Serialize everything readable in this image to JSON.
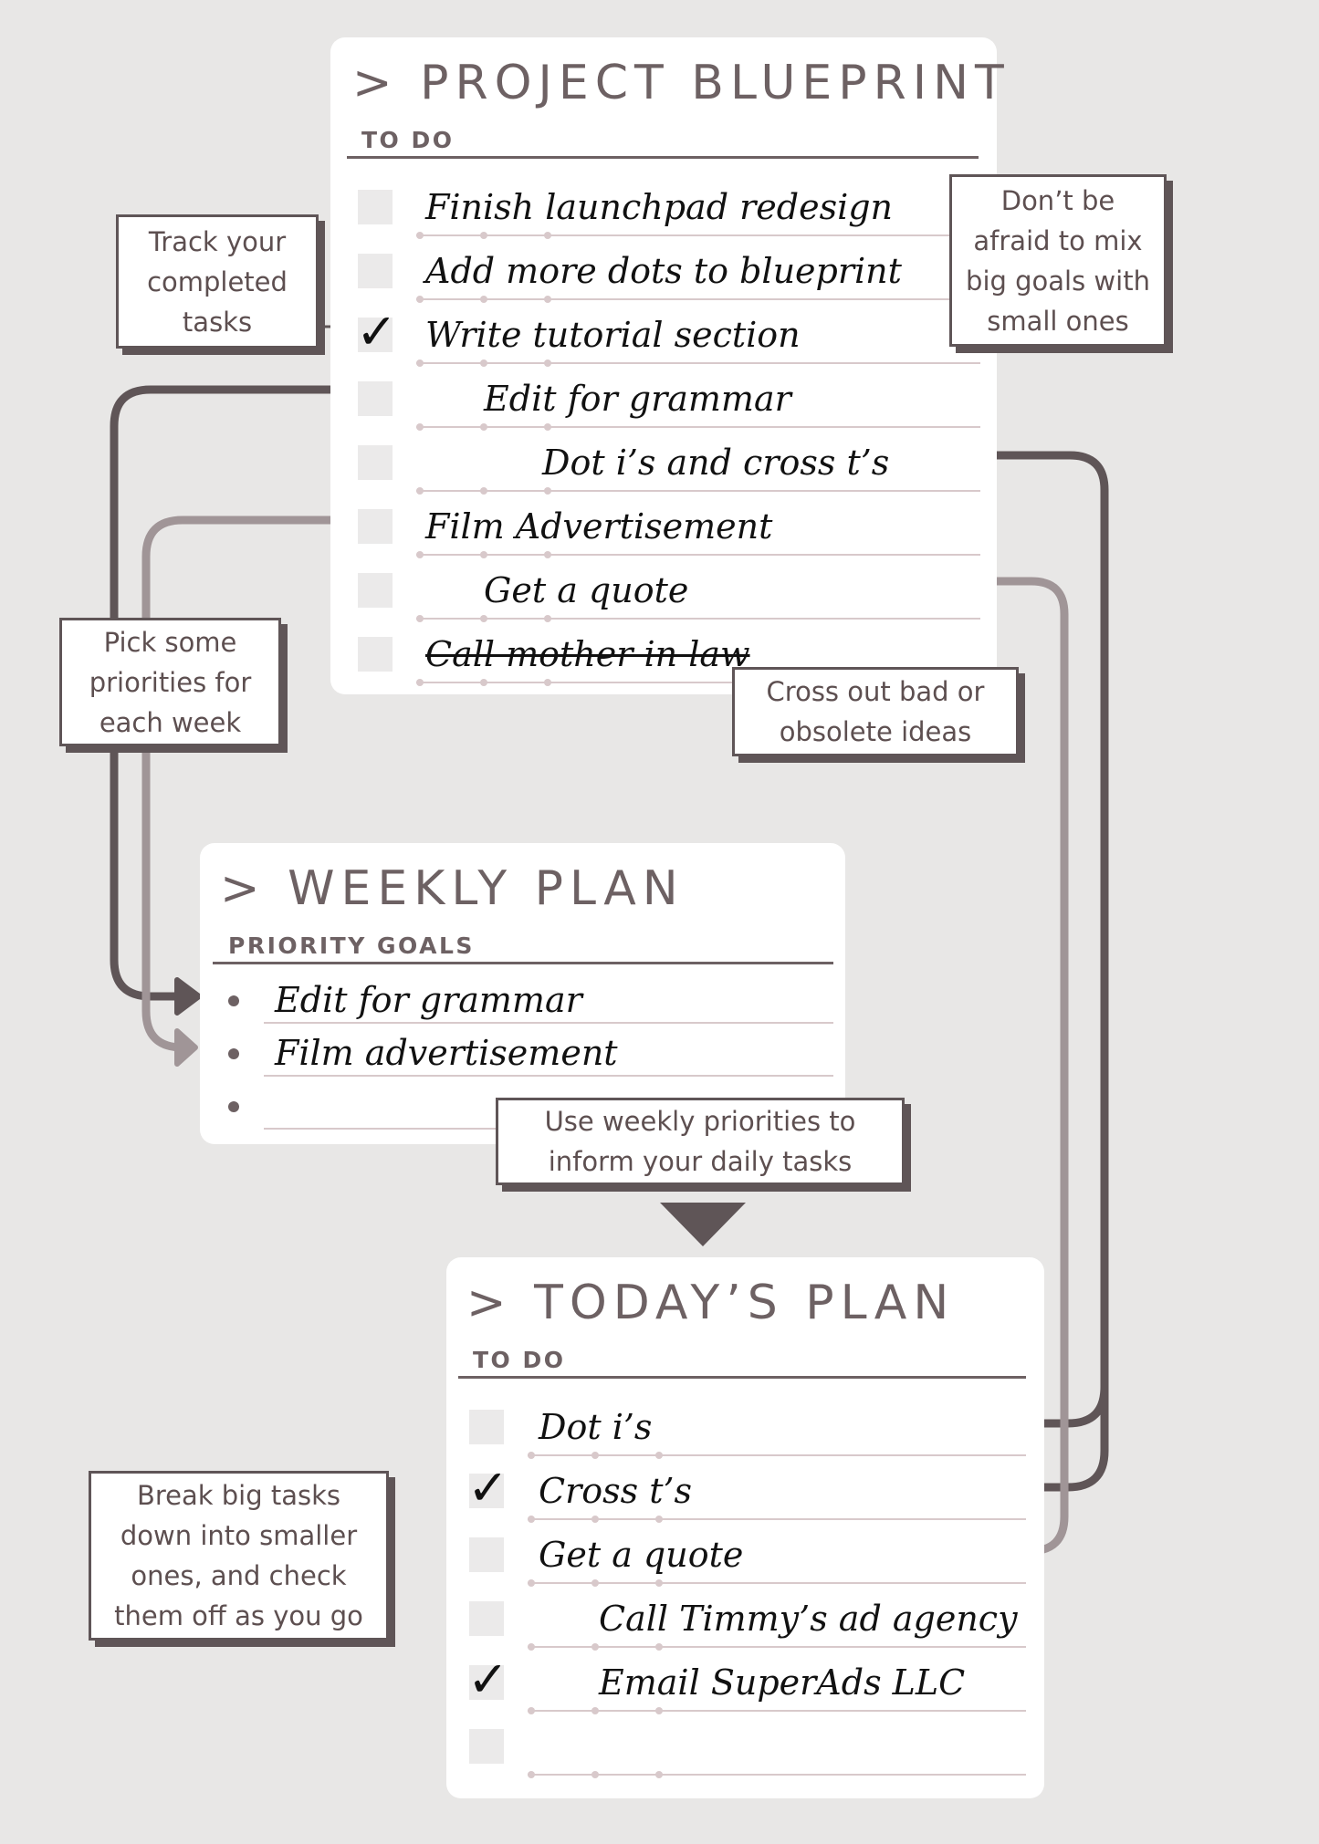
{
  "project_blueprint": {
    "title": "> PROJECT BLUEPRINT",
    "subtitle": "TO DO",
    "items": [
      {
        "text": "Finish launchpad redesign",
        "checked": false,
        "strike": false,
        "indent": 0
      },
      {
        "text": "Add more dots to blueprint",
        "checked": false,
        "strike": false,
        "indent": 0
      },
      {
        "text": "Write tutorial section",
        "checked": true,
        "strike": false,
        "indent": 0
      },
      {
        "text": "Edit for grammar",
        "checked": false,
        "strike": false,
        "indent": 1
      },
      {
        "text": "Dot i’s and cross t’s",
        "checked": false,
        "strike": false,
        "indent": 2
      },
      {
        "text": "Film Advertisement",
        "checked": false,
        "strike": false,
        "indent": 0
      },
      {
        "text": "Get a quote",
        "checked": false,
        "strike": false,
        "indent": 1
      },
      {
        "text": "Call mother in law",
        "checked": false,
        "strike": true,
        "indent": 0
      }
    ]
  },
  "weekly_plan": {
    "title": "> WEEKLY PLAN",
    "subtitle": "PRIORITY GOALS",
    "items": [
      "Edit for grammar",
      "Film advertisement",
      ""
    ]
  },
  "todays_plan": {
    "title": "> TODAY’S PLAN",
    "subtitle": "TO DO",
    "items": [
      {
        "text": "Dot i’s",
        "checked": false,
        "indent": 0
      },
      {
        "text": "Cross t’s",
        "checked": true,
        "indent": 0
      },
      {
        "text": "Get a quote",
        "checked": false,
        "indent": 0
      },
      {
        "text": "Call Timmy’s ad agency",
        "checked": false,
        "indent": 1
      },
      {
        "text": "Email SuperAds LLC",
        "checked": true,
        "indent": 1
      },
      {
        "text": "",
        "checked": false,
        "indent": 0
      }
    ]
  },
  "callouts": {
    "track": "Track your completed tasks",
    "mix": "Don’t be afraid to mix big goals with small ones",
    "priorities": "Pick some priorities for each week",
    "cross_out": "Cross out bad or obsolete ideas",
    "weekly_inform": "Use weekly priorities to inform your daily tasks",
    "break_down": "Break big tasks down into smaller ones, and check them off as you go"
  },
  "colors": {
    "background": "#e8e7e6",
    "panel": "#ffffff",
    "dark_arrow": "#5f5557",
    "light_arrow": "#a09597",
    "rule_line": "#d8c9cb"
  },
  "icons": {
    "check": "check-mark-icon",
    "down_triangle": "down-triangle-icon",
    "bullet": "bullet-icon"
  }
}
